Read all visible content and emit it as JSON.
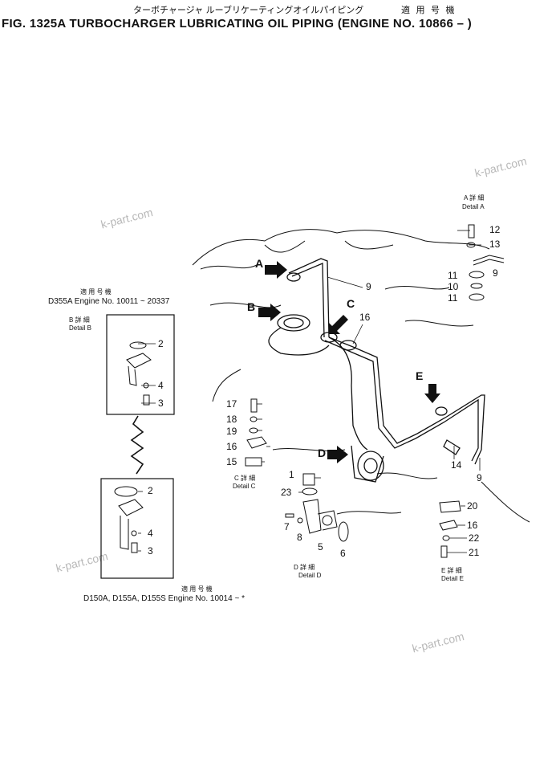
{
  "header": {
    "japanese_title": "ターボチャージャ ルーブリケーティングオイルパイピング",
    "japanese_applicable": "適 用 号 機",
    "title": "FIG. 1325A  TURBOCHARGER LUBRICATING OIL PIPING (ENGINE NO. 10866 – )"
  },
  "watermarks": [
    "k-part.com",
    "k-part.com",
    "k-part.com",
    "k-part.com"
  ],
  "callouts": {
    "A": "A",
    "B": "B",
    "C": "C",
    "D": "D",
    "E": "E"
  },
  "applicability_top": {
    "jp": "適 用 号 機",
    "text": "D355A  Engine No. 10011 ~ 20337"
  },
  "applicability_bottom": {
    "jp": "適 用 号 機",
    "text": "D150A, D155A, D155S Engine No. 10014 ~ *"
  },
  "details": {
    "A": {
      "jp": "A 詳 細",
      "en": "Detail A"
    },
    "B": {
      "jp": "B 詳 細",
      "en": "Detail B"
    },
    "C": {
      "jp": "C 詳 細",
      "en": "Detail C"
    },
    "D": {
      "jp": "D 詳 細",
      "en": "Detail D"
    },
    "E": {
      "jp": "E 詳 細",
      "en": "Detail E"
    }
  },
  "part_numbers": {
    "main_9a": "9",
    "main_16": "16",
    "main_9b": "9",
    "main_14": "14",
    "a12": "12",
    "a13": "13",
    "a9": "9",
    "a11a": "11",
    "a10": "10",
    "a11b": "11",
    "b2": "2",
    "b4": "4",
    "b3": "3",
    "b2b": "2",
    "b4b": "4",
    "b3b": "3",
    "c17": "17",
    "c18": "18",
    "c19": "19",
    "c16": "16",
    "c15": "15",
    "d1": "1",
    "d23": "23",
    "d7": "7",
    "d8": "8",
    "d5": "5",
    "d6": "6",
    "e20": "20",
    "e16": "16",
    "e22": "22",
    "e21": "21"
  },
  "colors": {
    "ink": "#111111",
    "watermark": "#b8b8b8",
    "background": "#ffffff"
  }
}
